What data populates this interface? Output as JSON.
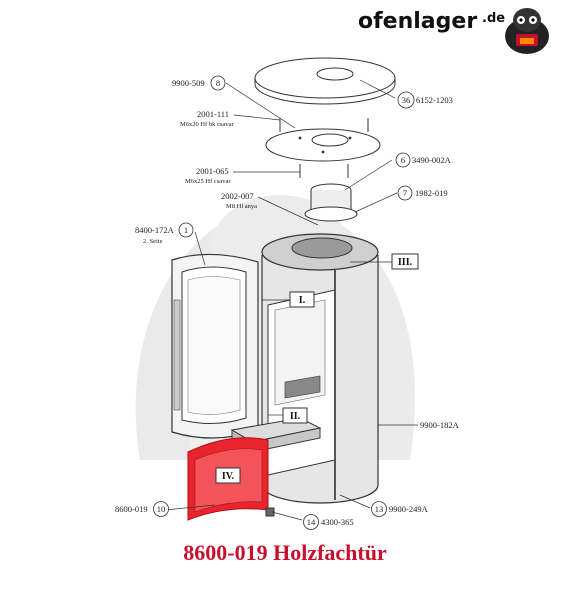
{
  "logo": {
    "brand": "ofenlager",
    "suffix": ".de"
  },
  "caption": "8600-019 Holzfachtür",
  "labels": {
    "l8": {
      "code": "9900-509",
      "num": "8"
    },
    "l36": {
      "code": "6152-1203",
      "num": "36"
    },
    "l2001_111": {
      "code": "2001-111",
      "sub": "M6x20 Hf bk csavar"
    },
    "l6": {
      "code": "3490-002A",
      "num": "6"
    },
    "l2001_065": {
      "code": "2001-065",
      "sub": "M6x25 Hf csavar"
    },
    "l7": {
      "code": "1982-019",
      "num": "7"
    },
    "l2002_007": {
      "code": "2002-007",
      "sub": "M8 Hl anya"
    },
    "l1": {
      "code": "8400-172A",
      "num": "1",
      "sub": "2. Seite"
    },
    "l9900_182": {
      "code": "9900-182A"
    },
    "l10": {
      "code": "8600-019",
      "num": "10"
    },
    "l13": {
      "code": "9900-249A",
      "num": "13"
    },
    "l14": {
      "code": "4300-365",
      "num": "14"
    }
  },
  "roman": {
    "r1": "I.",
    "r2": "II.",
    "r3": "III.",
    "r4": "IV."
  },
  "colors": {
    "highlight": "#e8242c",
    "caption": "#c8102e"
  }
}
